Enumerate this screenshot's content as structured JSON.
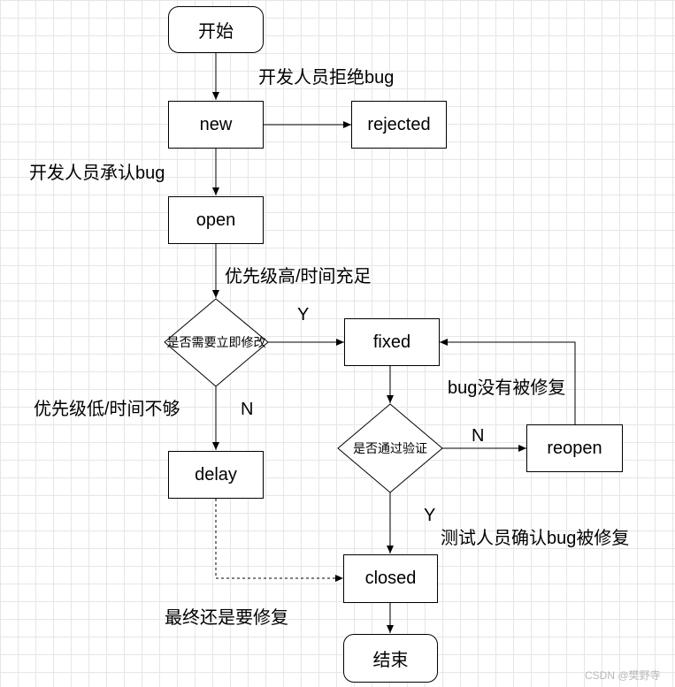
{
  "nodes": {
    "start": "开始",
    "new": "new",
    "rejected": "rejected",
    "open": "open",
    "decision_fix": "是否需要立即修改",
    "fixed": "fixed",
    "decision_verify": "是否通过验证",
    "reopen": "reopen",
    "delay": "delay",
    "closed": "closed",
    "end": "结束"
  },
  "edge_labels": {
    "dev_reject": "开发人员拒绝bug",
    "dev_accept": "开发人员承认bug",
    "high_priority": "优先级高/时间充足",
    "fix_yes": "Y",
    "low_priority": "优先级低/时间不够",
    "fix_no": "N",
    "not_fixed": "bug没有被修复",
    "verify_no": "N",
    "verify_yes": "Y",
    "tester_confirm": "测试人员确认bug被修复",
    "eventually_fix": "最终还是要修复"
  },
  "watermark": "CSDN @樊野寺",
  "colors": {
    "line": "#000000",
    "grid": "#e6e6e6",
    "fill": "#ffffff"
  }
}
